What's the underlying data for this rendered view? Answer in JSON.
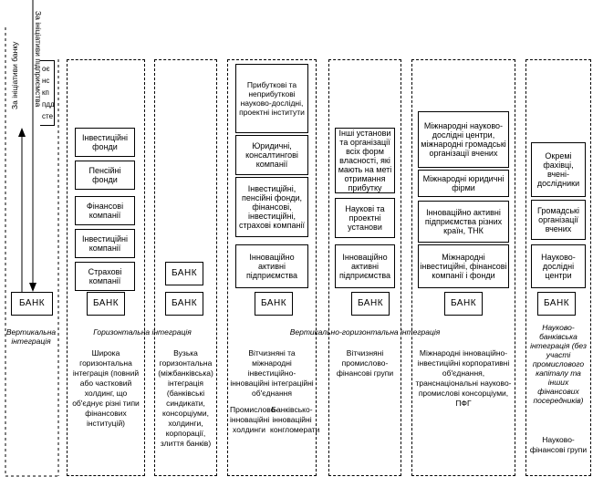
{
  "sidebar": {
    "bank_initiative": "За ініціативи банку",
    "enterprise_initiative": "За ініціативи підприємства",
    "hidden_letters": [
      "оє",
      "нс",
      "кп",
      "пдд",
      "сте"
    ]
  },
  "columns": {
    "col1": {
      "bank": "БАНК",
      "label": "Вертикальна інтеграція"
    },
    "col2": {
      "boxes": [
        "Інвестиційні фонди",
        "Пенсійні фонди",
        "Фінансові компанії",
        "Інвестиційні компанії",
        "Страхові компанії"
      ],
      "bank": "БАНК",
      "desc": "Широка горизонтальна інтеграція (повний або частковий холдинг, що об'єднує різні типи фінансових інституцій)"
    },
    "col3": {
      "bank_top": "БАНК",
      "bank": "БАНК",
      "desc": "Вузька горизонтальна (міжбанківська) інтеграція (банківські синдикати, консорціуми, холдинги, корпорації, злиття банків)"
    },
    "col4": {
      "boxes": [
        "Прибуткові та неприбуткові науково-дослідні, проектні інститути",
        "Юридичні, консалтингові компанії",
        "Інвестиційні, пенсійні фонди, фінансові, інвестиційні, страхові компанії",
        "Інноваційно активні підприємства"
      ],
      "bank": "БАНК",
      "desc": "Вітчизняні та міжнародні інвестиційно-інноваційні інтеграційні об'єднання",
      "sub_left": "Промислово-інноваційні холдинги",
      "sub_right": "Банківсько-інноваційні конгломерати"
    },
    "col5": {
      "boxes": [
        "Інші установи та організації всіх форм власності, які мають на меті отримання прибутку",
        "Наукові та проектні установи",
        "Інноваційно активні підприємства"
      ],
      "bank": "БАНК",
      "desc": "Вітчизняні промислово-фінансові групи"
    },
    "col6": {
      "boxes": [
        "Міжнародні науково-дослідні центри, міжнародні громадські організації вчених",
        "Міжнародні юридичні фірми",
        "Інноваційно активні підприємства різних країн, ТНК",
        "Міжнародні інвестиційні, фінансові компанії і фонди"
      ],
      "bank": "БАНК",
      "desc": "Міжнародні інноваційно-інвестиційні корпоративні об'єднання, транснаціональні науково-промислові консорціуми, ПФГ"
    },
    "col7": {
      "boxes": [
        "Окремі фахівці, вчені-дослідники",
        "Громадські організації вчених",
        "Науково-дослідні центри"
      ],
      "bank": "БАНК",
      "label": "Науково-банківська інтеграція (без участі промислового капіталу та інших фінансових посередників)",
      "desc": "Науково-фінансові групи"
    }
  },
  "integration_labels": {
    "horizontal": "Горизонтальна інтеграція",
    "vertical_horizontal": "Вертикально-горизонтальна інтеграція"
  }
}
